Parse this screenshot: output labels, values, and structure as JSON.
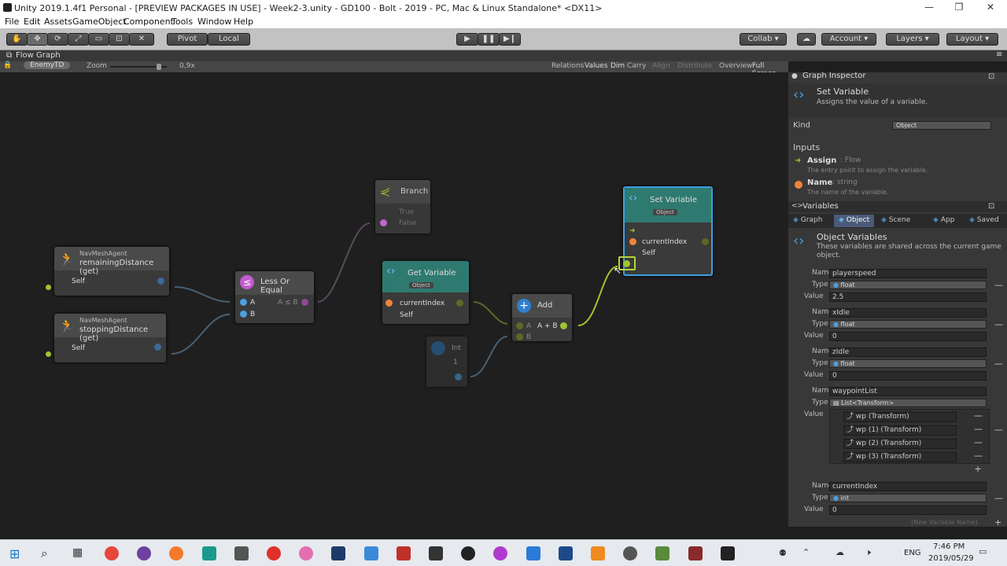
{
  "window": {
    "title": "Unity 2019.1.4f1 Personal - [PREVIEW PACKAGES IN USE] - Week2-3.unity - GD100 - Bolt - 2019 - PC, Mac & Linux Standalone* <DX11>"
  },
  "menu": [
    "File",
    "Edit",
    "Assets",
    "GameObject",
    "Component",
    "Tools",
    "Window",
    "Help"
  ],
  "toolbar": {
    "pivot": "Pivot",
    "local": "Local",
    "collab": "Collab",
    "account": "Account",
    "layers": "Layers",
    "layout": "Layout"
  },
  "graph": {
    "panel_title": "Flow Graph",
    "breadcrumb": "EnemyTD",
    "zoom_label": "Zoom",
    "zoom_value": "0,9x",
    "zoom_level": 0.9,
    "options": [
      "Relations",
      "Values",
      "Dim",
      "Carry",
      "Align",
      "Distribute",
      "Overview",
      "Full Screen"
    ]
  },
  "nodes": {
    "navmesh1": {
      "title": "NavMeshAgent",
      "sub": "remainingDistance (get)",
      "self": "Self"
    },
    "navmesh2": {
      "title": "NavMeshAgent",
      "sub": "stoppingDistance (get)",
      "self": "Self"
    },
    "lessequal": {
      "title": "Less Or Equal",
      "a": "A",
      "b": "B",
      "op": "A ≤ B"
    },
    "branch": {
      "title": "Branch",
      "t": "True",
      "f": "False"
    },
    "getvar": {
      "title": "Get Variable",
      "kind": "Object",
      "var": "currentIndex",
      "self": "Self"
    },
    "int": {
      "title": "Int",
      "value": "1"
    },
    "add": {
      "title": "Add",
      "a": "A",
      "b": "B",
      "op": "A + B"
    },
    "setvar": {
      "title": "Set Variable",
      "kind": "Object",
      "var": "currentIndex",
      "self": "Self"
    }
  },
  "inspector": {
    "title": "Graph Inspector",
    "node_title": "Set Variable",
    "node_desc": "Assigns the value of a variable.",
    "kind_label": "Kind",
    "kind_value": "Object",
    "inputs_header": "Inputs",
    "inputs": [
      {
        "name": "Assign",
        "type": ": Flow",
        "desc": "The entry point to assign the variable."
      },
      {
        "name": "Name",
        "type": ": string",
        "desc": "The name of the variable."
      }
    ]
  },
  "variables": {
    "header": "Variables",
    "tabs": [
      "Graph",
      "Object",
      "Scene",
      "App",
      "Saved"
    ],
    "section_title": "Object Variables",
    "section_desc": "These variables are shared across the current game object.",
    "labels": {
      "name": "Name",
      "type": "Type",
      "value": "Value"
    },
    "items": [
      {
        "name": "playerspeed",
        "type": "float",
        "value": "2.5"
      },
      {
        "name": "xIdle",
        "type": "float",
        "value": "0"
      },
      {
        "name": "zIdle",
        "type": "float",
        "value": "0"
      },
      {
        "name": "waypointList",
        "type": "List<Transform>",
        "list": [
          "wp (Transform)",
          "wp (1) (Transform)",
          "wp (2) (Transform)",
          "wp (3) (Transform)"
        ]
      },
      {
        "name": "currentIndex",
        "type": "int",
        "value": "0"
      }
    ],
    "new_placeholder": "(New Variable Name)"
  },
  "taskbar": {
    "lang": "ENG",
    "time": "7:46 PM",
    "date": "2019/05/29"
  }
}
